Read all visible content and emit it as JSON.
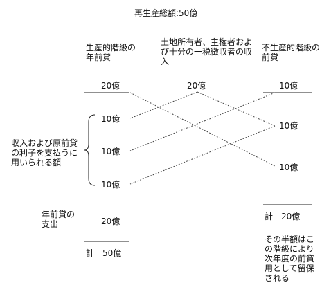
{
  "title": "再生産総額:50億",
  "headers": {
    "productive": "生産的階級の年前貸",
    "landowner": "土地所有者、主権者および十分の一税徴収者の収入",
    "sterile": "不生産的階級の前貸"
  },
  "productive": {
    "top": "20億",
    "flows": [
      "10億",
      "10億",
      "10億"
    ],
    "expense": "20億",
    "total": "計　50億"
  },
  "landowner": {
    "top": "20億"
  },
  "sterile": {
    "top": "10億",
    "flows": [
      "10億",
      "10億"
    ],
    "total": "計　20億",
    "note": "その半額はこの階級により次年度の前貸用として留保される"
  },
  "left_labels": {
    "income_label": "収入および原前貸の利子を支払うに用いられる額",
    "expense_label": "年前貸の支出"
  }
}
